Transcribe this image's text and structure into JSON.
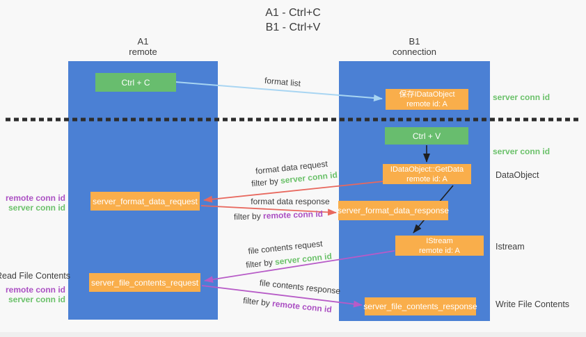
{
  "title": {
    "line1": "A1 - Ctrl+C",
    "line2": "B1 - Ctrl+V"
  },
  "columns": {
    "a1": {
      "label": "A1",
      "sublabel": "remote"
    },
    "b1": {
      "label": "B1",
      "sublabel": "connection"
    }
  },
  "boxes": {
    "ctrl_c": {
      "label": "Ctrl + C"
    },
    "save_dataobject": {
      "line1": "保存IDataObject",
      "line2": "remote id: A"
    },
    "ctrl_v": {
      "label": "Ctrl + V"
    },
    "getdata": {
      "line1": "IDataObject::GetData",
      "line2": "remote id: A"
    },
    "format_request": {
      "label": "server_format_data_request"
    },
    "format_response": {
      "label": "server_format_data_response"
    },
    "istream": {
      "line1": "IStream",
      "line2": "remote id: A"
    },
    "file_request": {
      "label": "server_file_contents_request"
    },
    "file_response": {
      "label": "server_file_contents_response"
    }
  },
  "flow_labels": {
    "format_list": "format list",
    "format_data_request": "format data request",
    "format_data_response": "format data response",
    "file_contents_request": "file contents request",
    "file_contents_response": "file contents response",
    "filter_by": "filter by",
    "server_conn_id": "server conn id",
    "remote_conn_id": "remote conn id"
  },
  "side_labels": {
    "left": {
      "remote_conn_id_top": "remote conn id",
      "server_conn_id_top": "server conn id",
      "read_file_contents": "Read File Contents",
      "remote_conn_id_bottom": "remote conn id",
      "server_conn_id_bottom": "server conn id"
    },
    "right": {
      "server_conn_id_top": "server conn id",
      "server_conn_id_mid": "server conn id",
      "dataobject": "DataObject",
      "istream": "Istream",
      "write_file_contents": "Write File Contents"
    }
  },
  "colors": {
    "lane_blue": "#4b80d4",
    "box_green": "#68bd6e",
    "box_orange": "#f9ae4b",
    "arrow_red": "#e8685e",
    "arrow_purple": "#b75bc7",
    "arrow_lightblue": "#a8d5f2",
    "arrow_black": "#1f1f1f",
    "label_green": "#6bc16a",
    "label_purple": "#ab50c3",
    "dashed_line": "#2d2d2d",
    "text": "#3c3c3c",
    "background": "#f8f8f8"
  }
}
